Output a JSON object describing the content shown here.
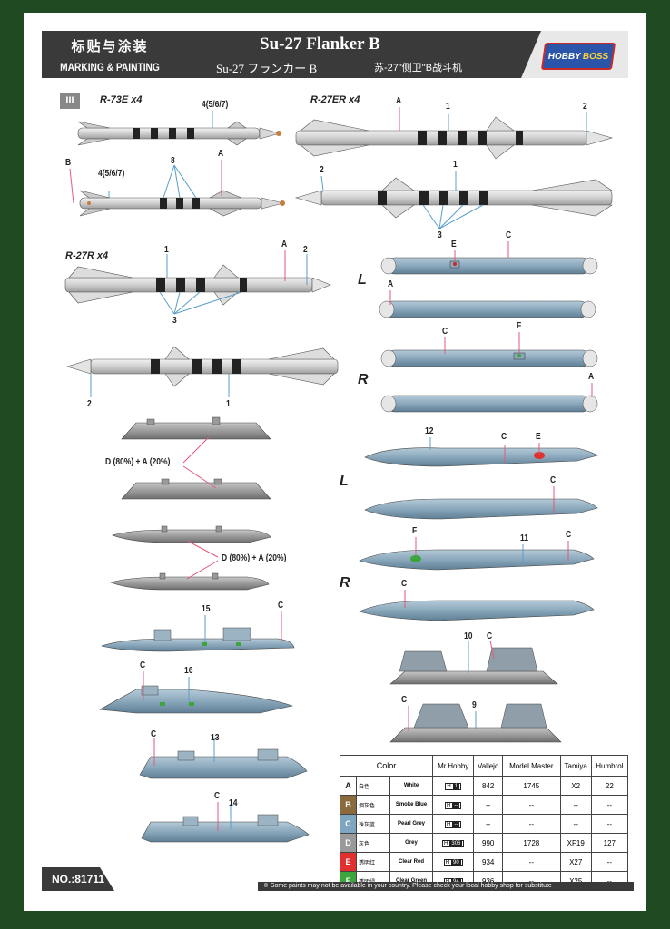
{
  "header": {
    "cn_title": "标贴与涂装",
    "en_title": "MARKING & PAINTING",
    "model_title": "Su-27 Flanker B",
    "jp_title": "Su-27 フランカー B",
    "cn_model": "苏-27\"侧卫\"B战斗机",
    "logo_text1": "HOBBY",
    "logo_text2": "BOSS"
  },
  "step_icon": "III",
  "sections": {
    "r73": "R-73E x4",
    "r27er": "R-27ER x4",
    "r27r": "R-27R x4"
  },
  "side_labels": {
    "L1": "L",
    "R1": "R",
    "L2": "L",
    "R2": "R"
  },
  "annotations": {
    "r73_a": "4(5/6/7)",
    "r73_b": "4(5/6/7)",
    "r73_8": "8",
    "r73_A": "A",
    "r73_B": "B",
    "er_A": "A",
    "er_1": "1",
    "er_2": "2",
    "er_2b": "2",
    "er_1b": "1",
    "er_3": "3",
    "r_1": "1",
    "r_A": "A",
    "r_2": "2",
    "r_3": "3",
    "r_2b": "2",
    "r_1b": "1",
    "pod_E": "E",
    "pod_C": "C",
    "pod_A": "A",
    "pod_C2": "C",
    "pod_F": "F",
    "pod_A2": "A",
    "pyl_12": "12",
    "pyl_C": "C",
    "pyl_E": "E",
    "pyl_C2": "C",
    "pyl_F": "F",
    "pyl_11": "11",
    "pyl_C3": "C",
    "pyl_C4": "C",
    "rail_mix1": "D (80%) + A (20%)",
    "rail_mix2": "D (80%) + A (20%)",
    "ap_15": "15",
    "ap_C": "C",
    "ap_C2": "C",
    "ap_16": "16",
    "ap_C3": "C",
    "ap_13": "13",
    "ap_C4": "C",
    "ap_14": "14",
    "ad_10": "10",
    "ad_C": "C",
    "ad_C2": "C",
    "ad_9": "9"
  },
  "table": {
    "headers": [
      "Color",
      "Mr.Hobby",
      "Vallejo",
      "Model Master",
      "Tamiya",
      "Humbrol"
    ],
    "rows": [
      {
        "letter": "A",
        "swatch": "#ffffff",
        "cn": "白色",
        "en": "White",
        "hcode": "1",
        "vallejo": "842",
        "mm": "1745",
        "tamiya": "X2",
        "humbrol": "22"
      },
      {
        "letter": "B",
        "swatch": "#8b6b3e",
        "cn": "烟灰色",
        "en": "Smoke Blue",
        "hcode": "--",
        "vallejo": "--",
        "mm": "--",
        "tamiya": "--",
        "humbrol": "--"
      },
      {
        "letter": "C",
        "swatch": "#7fa6c0",
        "cn": "珠灰蓝",
        "en": "Pearl Grey",
        "hcode": "--",
        "vallejo": "--",
        "mm": "--",
        "tamiya": "--",
        "humbrol": "--"
      },
      {
        "letter": "D",
        "swatch": "#9a9a9a",
        "cn": "灰色",
        "en": "Grey",
        "hcode": "306",
        "vallejo": "990",
        "mm": "1728",
        "tamiya": "XF19",
        "humbrol": "127"
      },
      {
        "letter": "E",
        "swatch": "#e03030",
        "cn": "透明红",
        "en": "Clear Red",
        "hcode": "90",
        "vallejo": "934",
        "mm": "--",
        "tamiya": "X27",
        "humbrol": "--"
      },
      {
        "letter": "F",
        "swatch": "#3ca63c",
        "cn": "透明绿",
        "en": "Clear Green",
        "hcode": "94",
        "vallejo": "936",
        "mm": "--",
        "tamiya": "X25",
        "humbrol": "--"
      }
    ]
  },
  "footer": {
    "number": "NO.:81711",
    "note": "※ Some paints may not be available in your country. Please check your local hobby shop for substitute"
  }
}
